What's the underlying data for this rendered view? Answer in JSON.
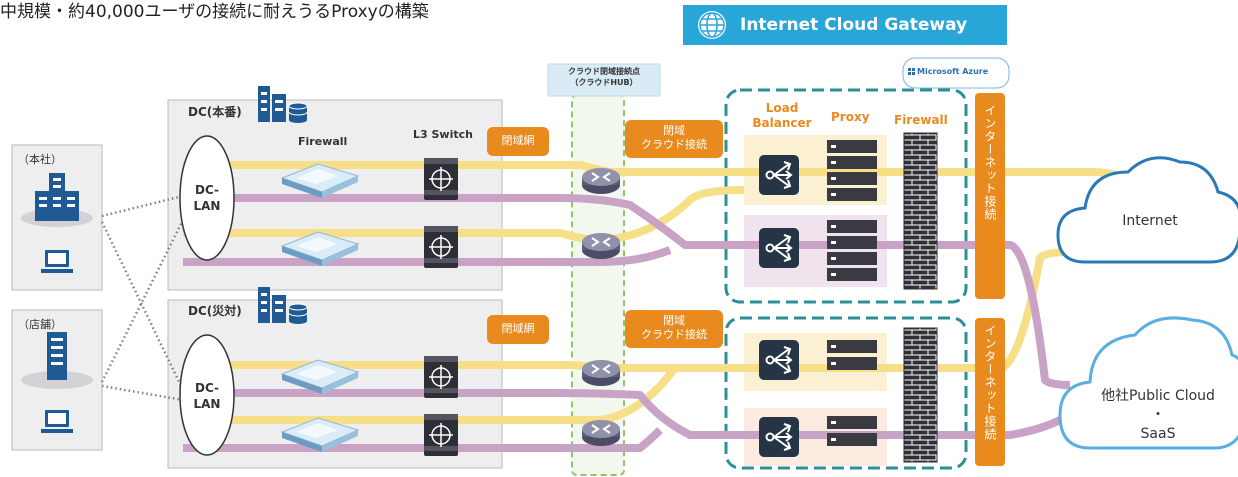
{
  "title": "中規模・約40,000ユーザの接続に耐えうるProxyの構築",
  "gateway": {
    "title": "Internet Cloud Gateway",
    "azure": "Microsoft Azure"
  },
  "hub": {
    "line1": "クラウド閉域接続点",
    "line2": "（クラウドHUB）"
  },
  "dc_main": {
    "title": "DC(本番)",
    "closed_net": "閉域網",
    "closed_cloud_1": "閉域",
    "closed_cloud_2": "クラウド接続"
  },
  "dc_dr": {
    "title": "DC(災対)",
    "closed_net": "閉域網",
    "closed_cloud_1": "閉域",
    "closed_cloud_2": "クラウド接続"
  },
  "columns": {
    "firewall": "Firewall",
    "l3switch": "L3 Switch",
    "lb_1": "Load",
    "lb_2": "Balancer",
    "proxy": "Proxy",
    "fw_right": "Firewall"
  },
  "sites": {
    "hq": "（本社）",
    "store": "（店舗）"
  },
  "dclan": {
    "line1": "DC-",
    "line2": "LAN"
  },
  "internet_conn": "インターネット接続",
  "clouds": {
    "internet": "Internet",
    "public_1": "他社Public Cloud",
    "public_2": "・",
    "public_3": "SaaS"
  },
  "colors": {
    "yellow_line": "#f6df86",
    "purple_line": "#c9a3c6",
    "orange": "#e98a1f",
    "teal": "#2b8f97",
    "blue_icon": "#1f5a94",
    "cloud_blue": "#5aaee0"
  }
}
